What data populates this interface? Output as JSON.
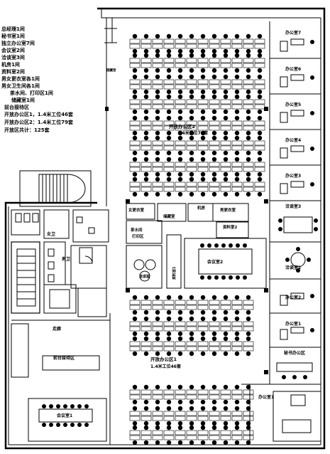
{
  "legend": [
    "总经理1间",
    "秘书室1间",
    "独立办公室7间",
    "会议室2间",
    "洽谈室3间",
    "机房1间",
    "资料室2间",
    "男女更衣室各1间",
    "男女卫生间各1间",
    "茶水间、打印区1间",
    "储藏室1间",
    "前台接待区",
    "开放办公区1，1.4米工位46套",
    "开放办公区2：1.4米工位79套",
    "开放区共计：125套"
  ],
  "rooms": {
    "office7": "办公室7",
    "office6": "办公室6",
    "office5": "办公室5",
    "office4": "办公室4",
    "office3": "办公室3",
    "office2": "办公室2",
    "office1": "办公室1",
    "discuss3": "洽谈室3",
    "discuss2": "洽谈室2",
    "discuss1": "洽谈室1",
    "secretary": "秘书办公区",
    "gm": "办公室1",
    "open2_line1": "开放办公区2",
    "open2_line2": "1.4米工位79套",
    "open1_line1": "开放办公区1",
    "open1_line2": "1.4米工位46套",
    "female_locker": "女更衣室",
    "male_locker": "男更衣室",
    "storage": "储藏室",
    "machine": "机房",
    "data_room2": "资料室2",
    "tea_line1": "茶水间",
    "tea_line2": "打印区",
    "discuss1_small": "洽谈室",
    "data_room1": "资料室1",
    "meeting2": "会议室2",
    "women_wc": "女卫",
    "men_wc": "男卫",
    "corridor": "走廊",
    "reception": "前台接待区",
    "meeting1": "会议室1",
    "top_small": "储藏室"
  },
  "colors": {
    "line": "#000000",
    "background": "#ffffff"
  }
}
